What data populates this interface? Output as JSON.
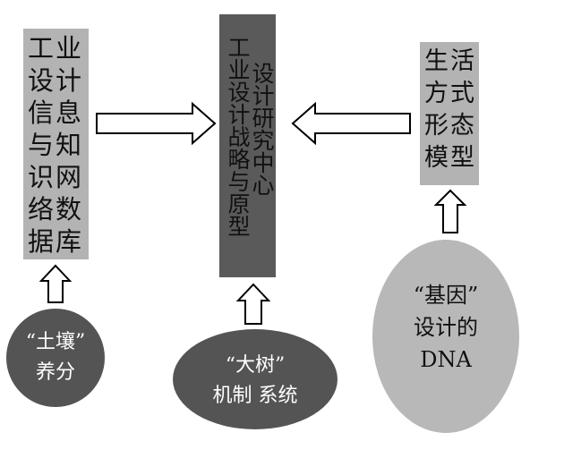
{
  "colors": {
    "box_light": "#b3b3b3",
    "box_dark": "#5a5a5a",
    "circle_dark": "#545454",
    "circle_light": "#b8b8b8"
  },
  "left_box": {
    "lines": [
      "工业",
      "设计",
      "信息",
      "与知",
      "识网",
      "络数",
      "据库"
    ]
  },
  "center_box": {
    "columns": [
      "设计研究中心",
      "工业设计战略与原型"
    ]
  },
  "right_box": {
    "lines": [
      "生活",
      "方式",
      "形态",
      "模型"
    ]
  },
  "circles": {
    "soil": {
      "line1": "“土壤”",
      "line2": "养分"
    },
    "tree": {
      "line1": "“大树”",
      "line2": "机制 系统"
    },
    "gene": {
      "line1": "“基因”",
      "line2": "设计的",
      "line3": "DNA"
    }
  }
}
